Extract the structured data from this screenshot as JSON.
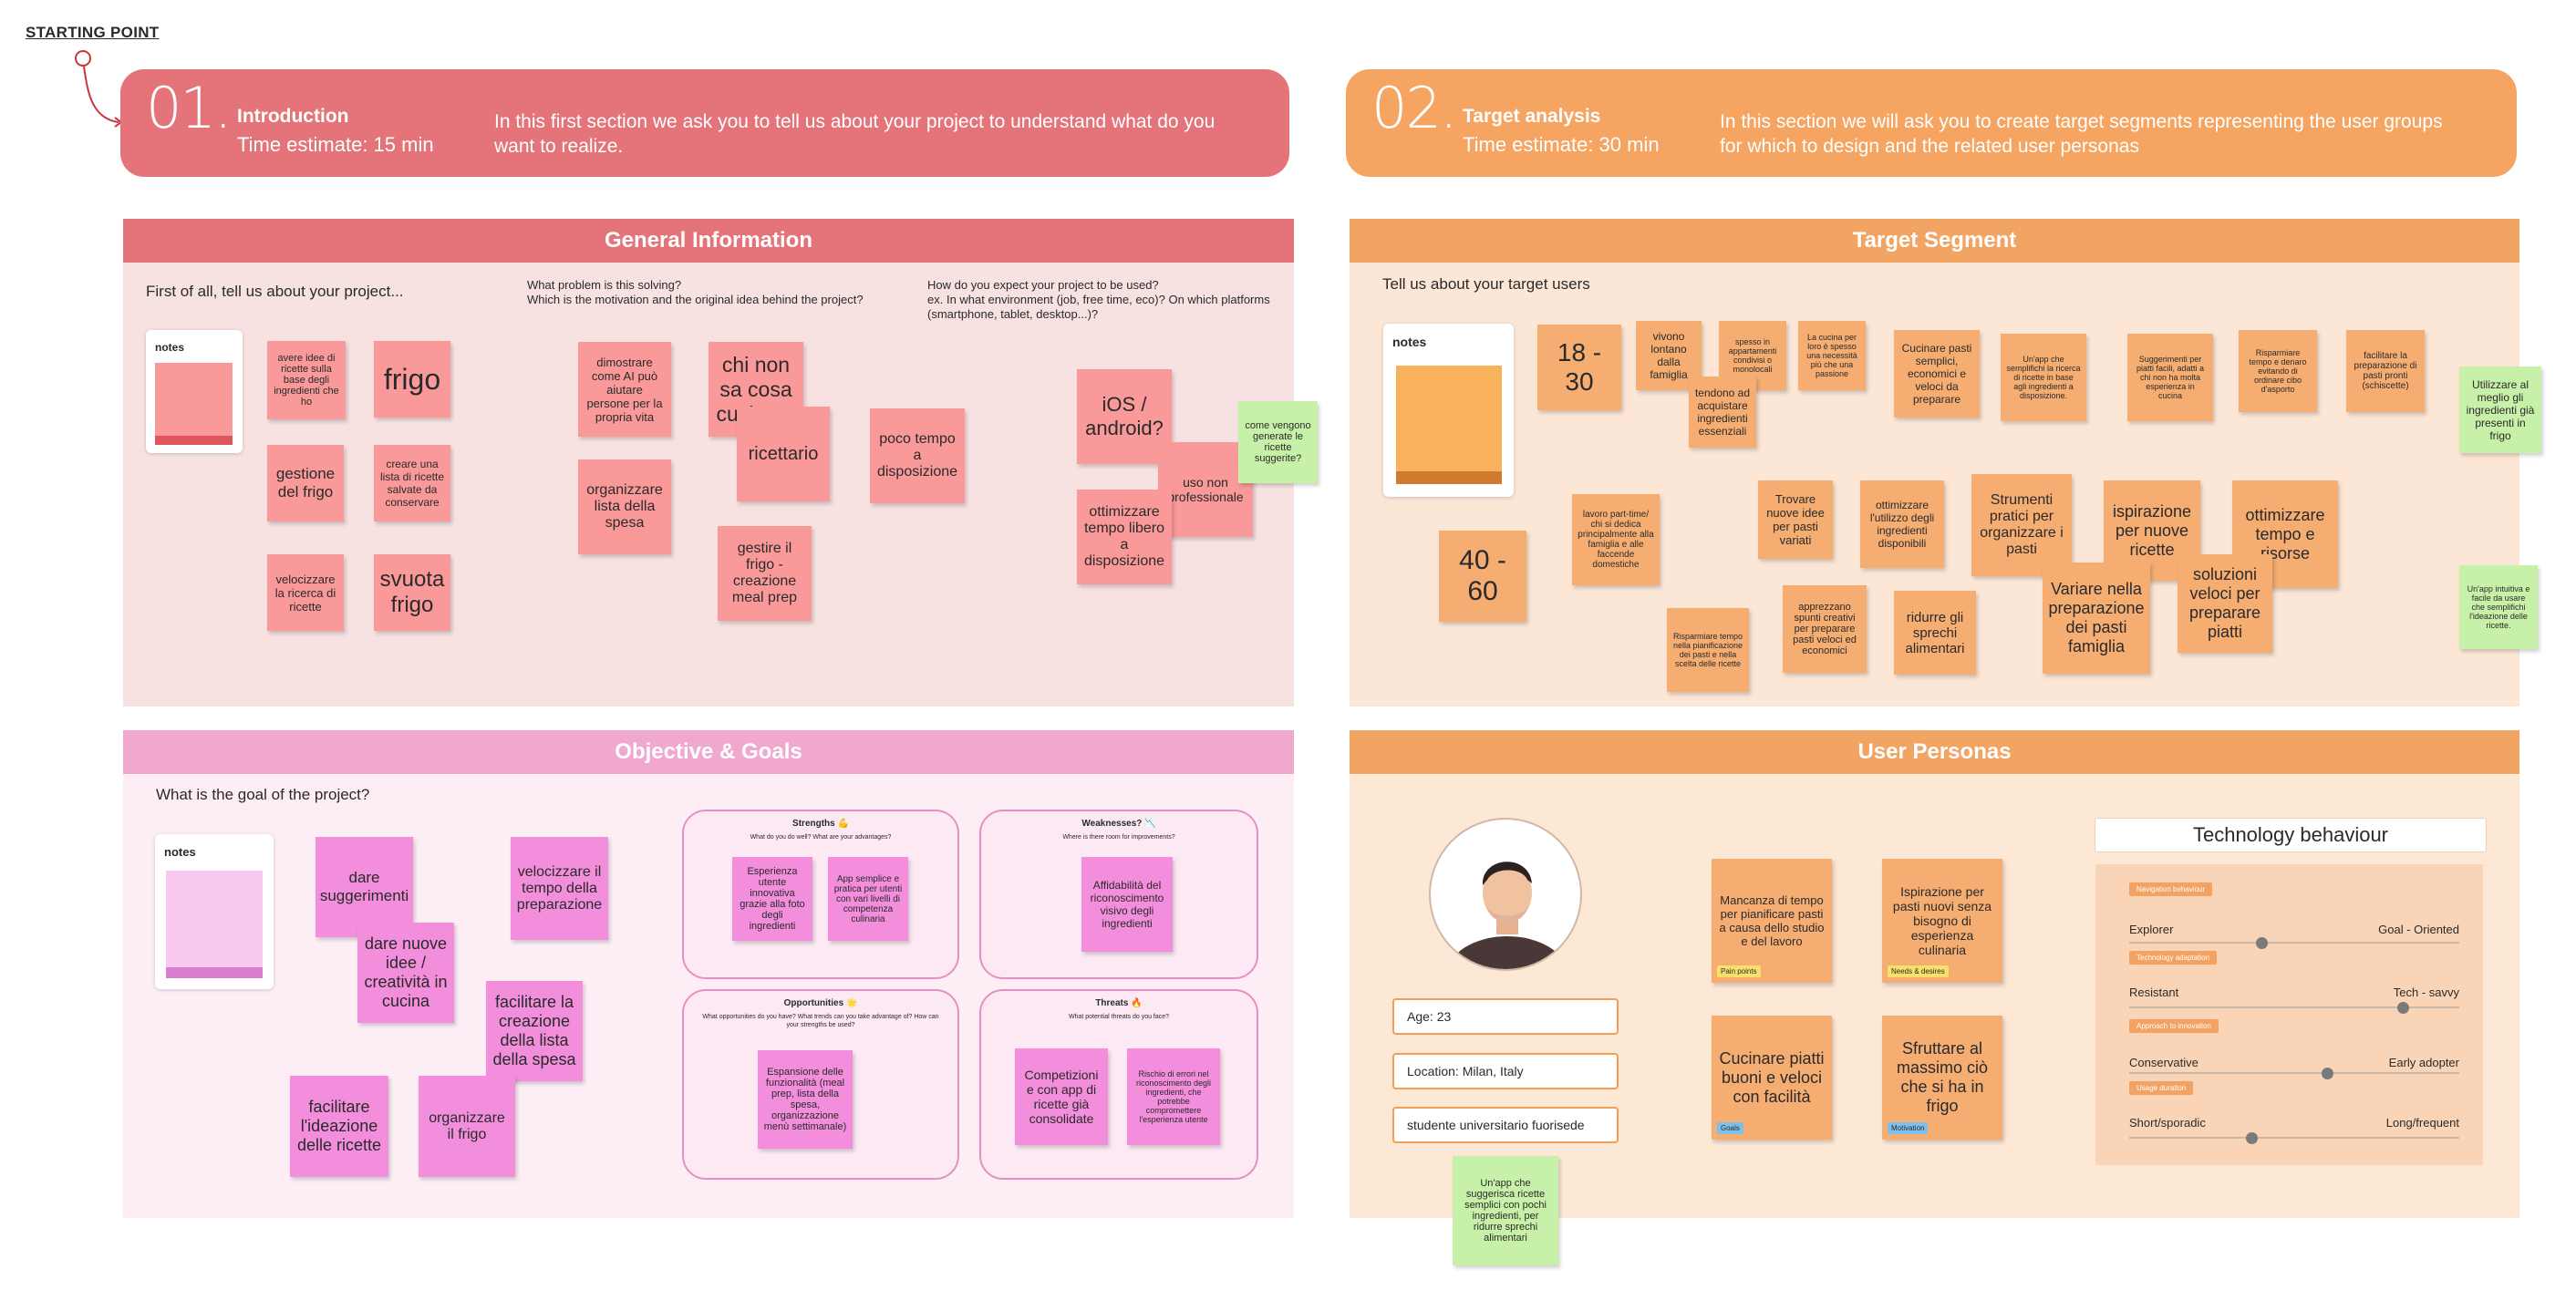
{
  "starting_point": "STARTING POINT",
  "banners": [
    {
      "number": "01.",
      "title": "Introduction",
      "time": "Time estimate: 15 min",
      "desc": "In this first section we ask you to tell us about your project to understand what do you want to realize."
    },
    {
      "number": "02.",
      "title": "Target analysis",
      "time": "Time estimate: 30 min",
      "desc": "In this section we will ask you to create target segments representing the user groups for which to design and the related user personas"
    }
  ],
  "general": {
    "title": "General Information",
    "q1": "First of all, tell us about your project...",
    "q2": "What problem is this solving?\nWhich is the motivation and the original idea behind the project?",
    "q3": "How do you expect your project to be used?\nex. In what environment (job, free time, eco)? On which platforms (smartphone, tablet, desktop...)?",
    "notes_label": "notes",
    "stickies": [
      "avere idee di ricette sulla base degli ingredienti che ho",
      "frigo",
      "gestione del frigo",
      "creare una lista di ricette salvate da conservare",
      "velocizzare la ricerca di ricette",
      "svuota frigo",
      "dimostrare come AI può aiutare persone per la propria vita",
      "chi non sa cosa cucinare",
      "ricettario",
      "organizzare lista della spesa",
      "gestire il frigo - creazione meal prep",
      "poco tempo a disposizione",
      "iOS / android?",
      "uso non professionale",
      "ottimizzare tempo libero a disposizione",
      "come vengono generate le ricette suggerite?"
    ]
  },
  "target": {
    "title": "Target Segment",
    "q": "Tell us about your target users",
    "notes_label": "notes",
    "age1": "18 - 30",
    "age2": "40 - 60",
    "row1": [
      "vivono lontano dalla famiglia",
      "spesso in appartamenti condivisi o monolocali",
      "La cucina per loro è spesso una necessità più che una passione",
      "tendono ad acquistare ingredienti essenziali",
      "Cucinare pasti semplici, economici e veloci da preparare",
      "Un'app che semplifichi la ricerca di ricette in base agli ingredienti a disposizione.",
      "Suggerimenti per piatti facili, adatti a chi non ha molta esperienza in cucina",
      "Risparmiare tempo e denaro evitando di ordinare cibo d'asporto",
      "facilitare la preparazione di pasti pronti (schiscette)"
    ],
    "row2": [
      "lavoro part-time/ chi si dedica principalmente alla famiglia e alle faccende domestiche",
      "Trovare nuove idee per pasti variati",
      "ottimizzare l'utilizzo degli ingredienti disponibili",
      "Strumenti pratici per organizzare i pasti",
      "ispirazione per nuove ricette",
      "ottimizzare tempo e risorse",
      "Risparmiare tempo nella pianificazione dei pasti e nella scelta delle ricette",
      "apprezzano spunti creativi per preparare pasti veloci ed economici",
      "ridurre gli sprechi alimentari",
      "Variare nella preparazione dei pasti famiglia",
      "soluzioni veloci per preparare piatti"
    ],
    "outside": [
      "Utilizzare al meglio gli ingredienti già presenti in frigo",
      "Un'app intuitiva e facile da usare che semplifichi l'ideazione delle ricette."
    ]
  },
  "objective": {
    "title": "Objective & Goals",
    "q": "What is the goal of the project?",
    "notes_label": "notes",
    "stickies": [
      "dare suggerimenti",
      "velocizzare il tempo della preparazione",
      "dare nuove idee / creatività in cucina",
      "facilitare la creazione della lista della spesa",
      "facilitare l'ideazione delle ricette",
      "organizzare il frigo"
    ],
    "swot": [
      {
        "title": "Strengths 💪",
        "sub": "What do you do well? What are your advantages?",
        "items": [
          "Esperienza utente innovativa grazie alla foto degli ingredienti",
          "App semplice e pratica per utenti con vari livelli di competenza culinaria"
        ]
      },
      {
        "title": "Weaknesses? 📉",
        "sub": "Where is there room for improvements?",
        "items": [
          "Affidabilità del riconoscimento visivo degli ingredienti"
        ]
      },
      {
        "title": "Opportunities 🌟",
        "sub": "What opportunities do you have? What trends can you take advantage of? How can your strengths be used?",
        "items": [
          "Espansione delle funzionalità (meal prep, lista della spesa, organizzazione menù settimanale)"
        ]
      },
      {
        "title": "Threats 🔥",
        "sub": "What potential threats do you face?",
        "items": [
          "Competizioni e con app di ricette già consolidate",
          "Rischio di errori nel riconoscimento degli ingredienti, che potrebbe compromettere l'esperienza utente"
        ]
      }
    ]
  },
  "personas": {
    "title": "User Personas",
    "age": "Age: 23",
    "location": "Location: Milan, Italy",
    "occupation": "studente universitario fuorisede",
    "extra": "Un'app che suggerisca ricette semplici con pochi ingredienti, per ridurre sprechi alimentari",
    "cards": [
      {
        "text": "Mancanza di tempo per pianificare pasti a causa dello studio e del lavoro",
        "tag": "Pain points"
      },
      {
        "text": "Ispirazione per pasti nuovi senza bisogno di esperienza culinaria",
        "tag": "Needs & desires"
      },
      {
        "text": "Cucinare piatti buoni e veloci con facilità",
        "tag": "Goals"
      },
      {
        "text": "Sfruttare al massimo ciò che si ha in frigo",
        "tag": "Motivation"
      }
    ],
    "tech": {
      "title": "Technology behaviour",
      "tags": [
        "Navigation behaviour",
        "Technology adaptation",
        "Approach to innovation",
        "Usage duration"
      ],
      "rows": [
        {
          "left": "Explorer",
          "right": "Goal - Oriented",
          "value": 0.4
        },
        {
          "left": "Resistant",
          "right": "Tech - savvy",
          "value": 0.83
        },
        {
          "left": "Conservative",
          "right": "Early adopter",
          "value": 0.6
        },
        {
          "left": "Short/sporadic",
          "right": "Long/frequent",
          "value": 0.37
        }
      ]
    }
  },
  "colors": {
    "red_banner": "#e4747a",
    "orange_banner": "#f5a461",
    "pink_header": "#f0a8cf",
    "orange_header": "#f2a462"
  }
}
